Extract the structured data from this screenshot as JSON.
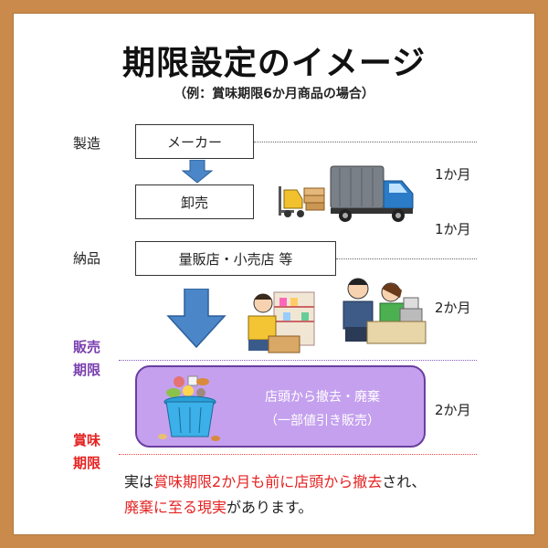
{
  "title": "期限設定のイメージ",
  "subtitle": "（例：賞味期限6か月商品の場合）",
  "stages": {
    "manufacture": "製造",
    "delivery": "納品"
  },
  "limits": {
    "sales_line1": "販売",
    "sales_line2": "期限",
    "best_before_line1": "賞味",
    "best_before_line2": "期限"
  },
  "boxes": {
    "maker": "メーカー",
    "wholesale": "卸売",
    "retail": "量販店・小売店 等"
  },
  "durations": [
    "1か月",
    "1か月",
    "2か月",
    "2か月"
  ],
  "purple_box": {
    "line1": "店頭から撤去・廃棄",
    "line2": "（一部値引き販売）"
  },
  "bottom": {
    "p1": "実は",
    "p2": "賞味期限2か月も前に店頭から撤去",
    "p3": "され、",
    "p4": "廃棄に至る現実",
    "p5": "があります。"
  },
  "colors": {
    "frame": "#c98a4b",
    "purple_fill": "#c4a0ee",
    "purple_border": "#6a3fa0",
    "arrow_blue": "#4a86c8",
    "accent_red": "#e52222",
    "accent_purple": "#7a3fb0"
  },
  "icons": [
    "forklift-icon",
    "truck-icon",
    "shelf-stocking-worker-icon",
    "cashier-icon",
    "trash-bin-food-waste-icon"
  ]
}
